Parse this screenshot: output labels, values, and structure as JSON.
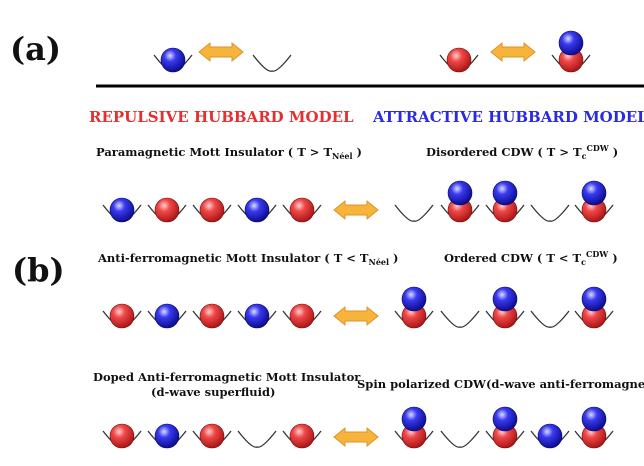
{
  "panel_a": {
    "label": "(a)"
  },
  "panel_b": {
    "label": "(b)"
  },
  "headers": {
    "repulsive": "REPULSIVE HUBBARD MODEL",
    "attractive": "ATTRACTIVE HUBBARD MODEL"
  },
  "rows": [
    {
      "left": {
        "text": "Paramagnetic Mott Insulator ( T > T",
        "sub": "Néel",
        "tail": " )"
      },
      "right": {
        "text": "Disordered CDW ( T > T",
        "sub": "c",
        "sup": "CDW",
        "tail": " )"
      },
      "left_sites": [
        "blue",
        "red",
        "red",
        "blue",
        "red"
      ],
      "right_sites": [
        "empty",
        "pair",
        "pair",
        "empty",
        "pair"
      ]
    },
    {
      "left": {
        "text": "Anti-ferromagnetic Mott Insulator ( T < T",
        "sub": "Néel",
        "tail": " )"
      },
      "right": {
        "text": "Ordered CDW ( T < T",
        "sub": "c",
        "sup": "CDW",
        "tail": " )"
      },
      "left_sites": [
        "red",
        "blue",
        "red",
        "blue",
        "red"
      ],
      "right_sites": [
        "pair",
        "empty",
        "pair",
        "empty",
        "pair"
      ]
    },
    {
      "left": {
        "line1": "Doped Anti-ferromagnetic Mott Insulator",
        "line2": "(d-wave superfluid)"
      },
      "right": {
        "text": "Spin polarized CDW(d-wave anti-ferromagnet)"
      },
      "left_sites": [
        "red",
        "blue",
        "red",
        "empty",
        "red"
      ],
      "right_sites": [
        "pair",
        "empty",
        "pair",
        "blue",
        "pair"
      ]
    }
  ],
  "panel_a_sites": {
    "left": [
      "blue",
      "empty"
    ],
    "right": [
      "red",
      "pair"
    ]
  },
  "colors": {
    "red_label": "#e53030",
    "blue_label": "#2a2ae0",
    "arrow_fill": "#f6b53a",
    "arrow_stroke": "#e0902a"
  }
}
